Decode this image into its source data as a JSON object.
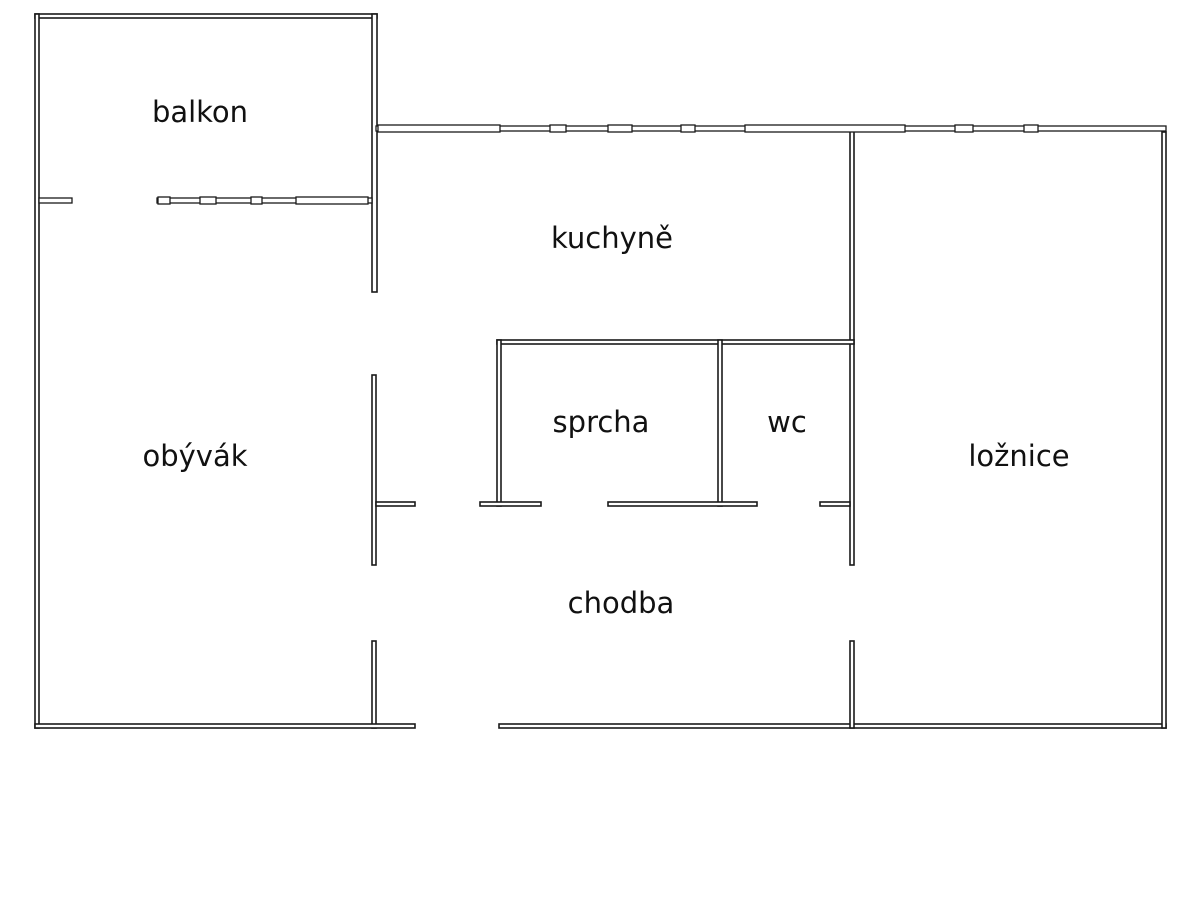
{
  "rooms": {
    "balkon": "balkon",
    "kuchyne": "kuchyně",
    "obyvak": "obývák",
    "sprcha": "sprcha",
    "wc": "wc",
    "loznice": "ložnice",
    "chodba": "chodba"
  },
  "colors": {
    "wall_stroke": "#1a1a1a",
    "background": "#ffffff"
  }
}
